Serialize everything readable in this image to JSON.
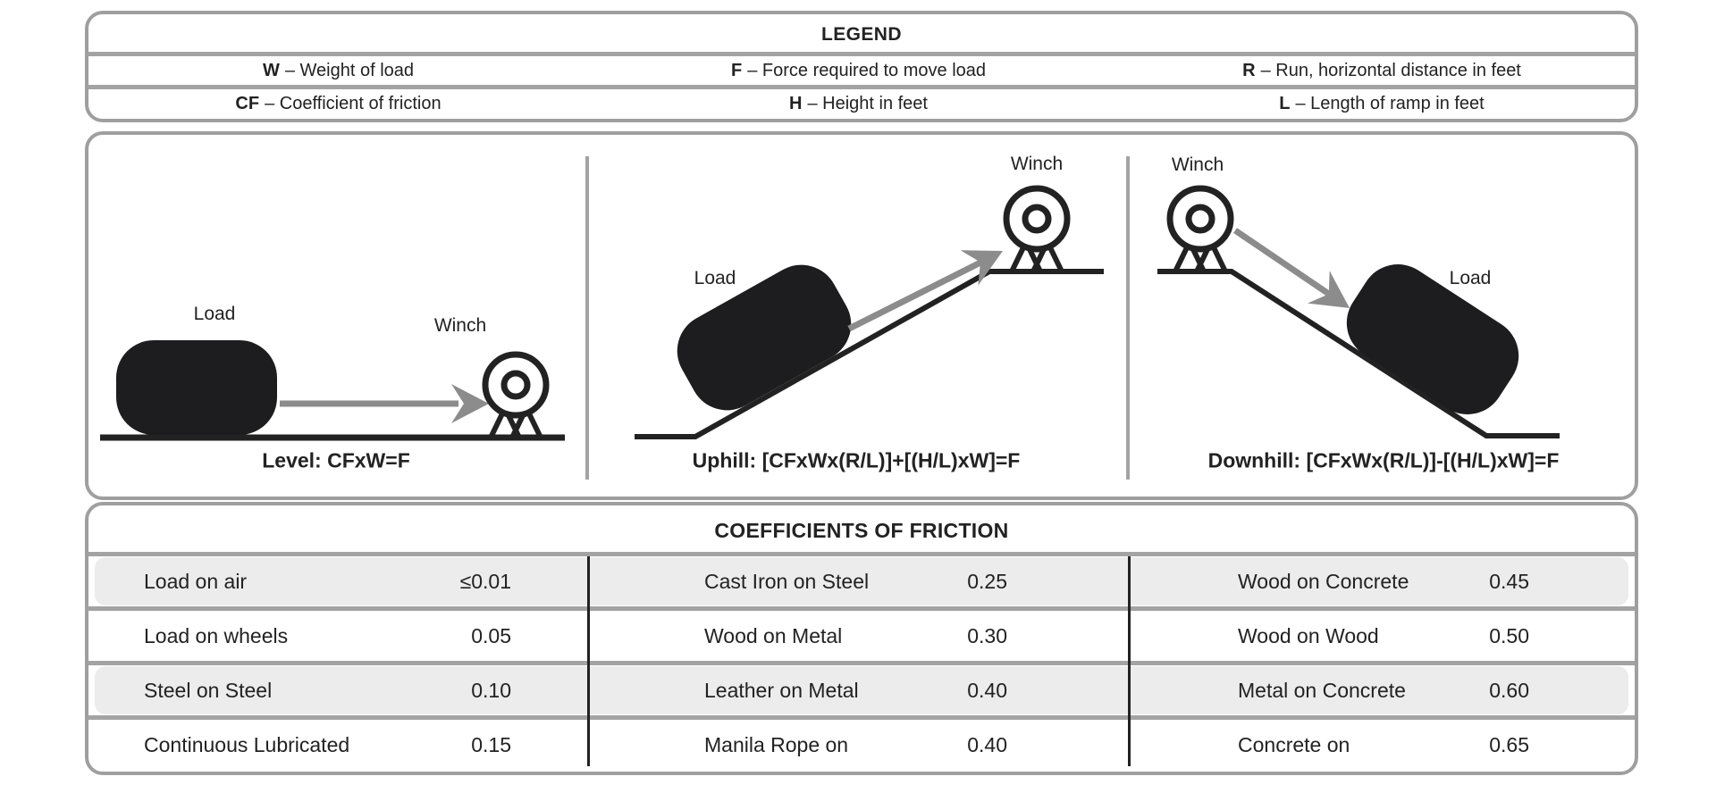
{
  "legend": {
    "title": "LEGEND",
    "items": [
      {
        "symbol": "W",
        "desc": "– Weight of load"
      },
      {
        "symbol": "F",
        "desc": "– Force required to move load"
      },
      {
        "symbol": "R",
        "desc": "– Run, horizontal distance in feet"
      },
      {
        "symbol": "CF",
        "desc": "– Coefficient of friction"
      },
      {
        "symbol": "H",
        "desc": "– Height in feet"
      },
      {
        "symbol": "L",
        "desc": "– Length of ramp in feet"
      }
    ]
  },
  "diagrams": {
    "level": {
      "load_label": "Load",
      "winch_label": "Winch",
      "formula": "Level: CFxW=F"
    },
    "uphill": {
      "load_label": "Load",
      "winch_label": "Winch",
      "formula": "Uphill: [CFxWx(R/L)]+[(H/L)xW]=F"
    },
    "downhill": {
      "load_label": "Load",
      "winch_label": "Winch",
      "formula": "Downhill: [CFxWx(R/L)]-[(H/L)xW]=F"
    }
  },
  "friction_table": {
    "title": "COEFFICIENTS OF FRICTION",
    "columns": [
      {
        "rows": [
          {
            "label": "Load on air",
            "value": "≤0.01"
          },
          {
            "label": "Load on wheels",
            "value": "0.05"
          },
          {
            "label": "Steel on Steel",
            "value": "0.10"
          },
          {
            "label": "Continuous Lubricated",
            "value": "0.15"
          }
        ]
      },
      {
        "rows": [
          {
            "label": "Cast Iron on Steel",
            "value": "0.25"
          },
          {
            "label": "Wood on Metal",
            "value": "0.30"
          },
          {
            "label": "Leather on Metal",
            "value": "0.40"
          },
          {
            "label": "Manila Rope on",
            "value": "0.40"
          }
        ]
      },
      {
        "rows": [
          {
            "label": "Wood on Concrete",
            "value": "0.45"
          },
          {
            "label": "Wood on Wood",
            "value": "0.50"
          },
          {
            "label": "Metal on Concrete",
            "value": "0.60"
          },
          {
            "label": "Concrete on",
            "value": "0.65"
          }
        ]
      }
    ]
  },
  "colors": {
    "ink": "#222222",
    "panel_border": "#9f9f9f",
    "separator": "#a3a3a3",
    "arrow_gray": "#8c8c8c",
    "row_shade": "#ececec"
  }
}
